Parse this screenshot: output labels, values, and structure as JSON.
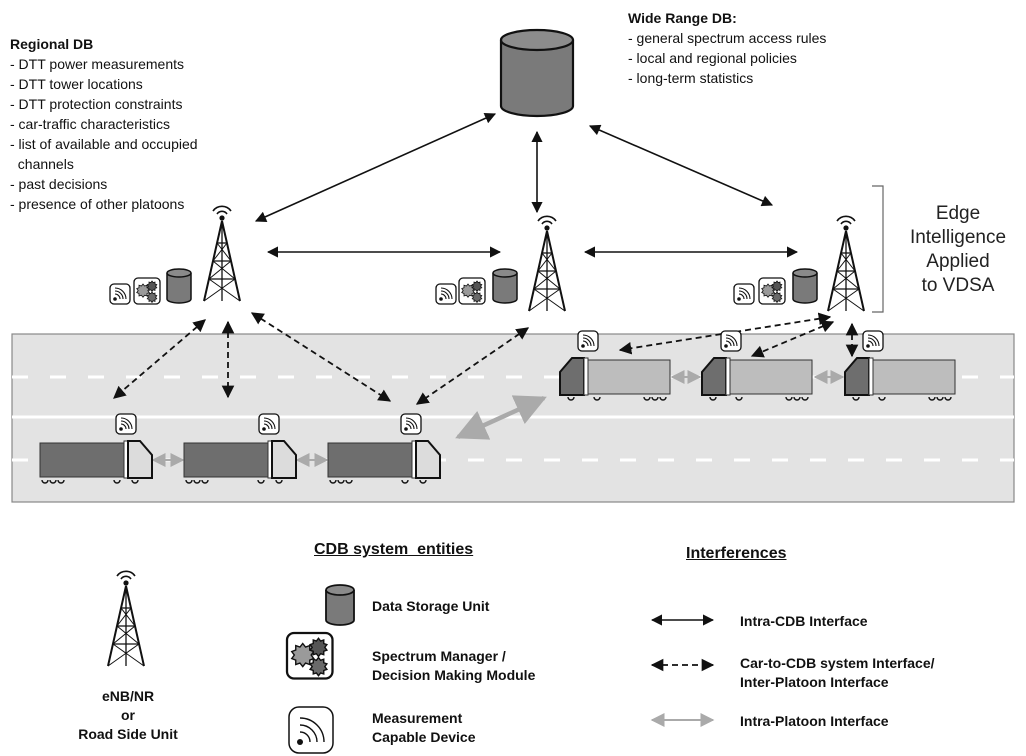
{
  "regional_db": {
    "title": "Regional DB",
    "items": [
      "- DTT power measurements",
      "- DTT tower locations",
      "- DTT protection constraints",
      "- car-traffic characteristics",
      "- list of available and occupied",
      "  channels",
      "- past decisions",
      "- presence of other platoons"
    ]
  },
  "wide_range_db": {
    "title": "Wide Range DB:",
    "items": [
      "- general spectrum access rules",
      "- local and regional policies",
      "- long-term statistics"
    ]
  },
  "edge_label": [
    "Edge",
    "Intelligence",
    "Applied",
    "to VDSA"
  ],
  "entities": {
    "heading": "CDB system  entities",
    "storage": "Data Storage Unit",
    "manager": [
      "Spectrum Manager /",
      "Decision Making Module"
    ],
    "measurement": [
      "Measurement",
      "Capable Device"
    ],
    "tower": [
      "eNB/NR",
      "or",
      "Road Side Unit"
    ]
  },
  "interfaces": {
    "heading": "Interferences",
    "intra_cdb": "Intra-CDB Interface",
    "car_to_cdb": [
      "Car-to-CDB system Interface/",
      "Inter-Platoon Interface"
    ],
    "intra_platoon": "Intra-Platoon Interface"
  },
  "colors": {
    "road": "#e3e3e3",
    "truck": "#6e6e6e",
    "trailer_light": "#bdbdbd",
    "cylinder": "#7a7a7a"
  }
}
